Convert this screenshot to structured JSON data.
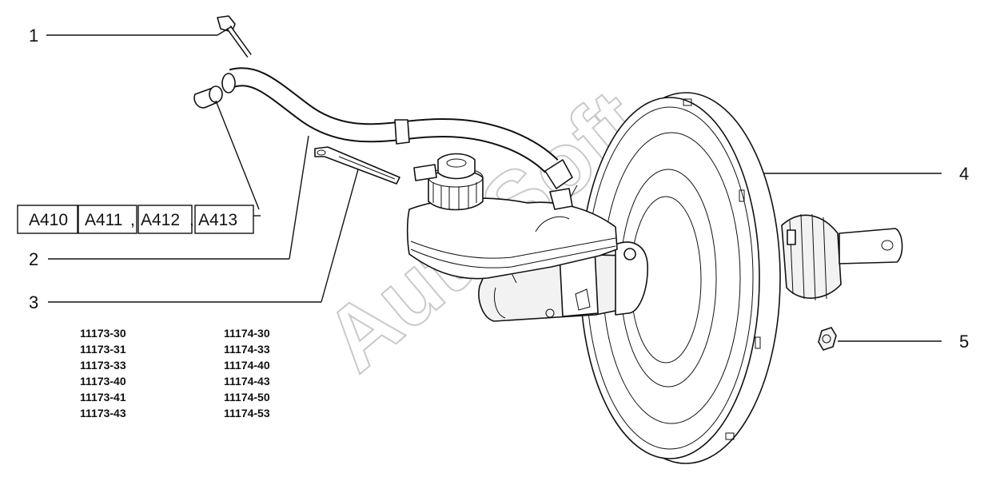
{
  "watermark": "AutoSoft",
  "callouts": [
    "1",
    "2",
    "3",
    "4",
    "5"
  ],
  "references": {
    "items": [
      "A410",
      "A411",
      "A412",
      "A413"
    ],
    "separators": [
      ",",
      ","
    ]
  },
  "model_codes": {
    "left": [
      "11173-30",
      "11173-31",
      "11173-33",
      "11173-40",
      "11173-41",
      "11173-43"
    ],
    "right": [
      "11174-30",
      "11174-33",
      "11174-40",
      "11174-43",
      "11174-50",
      "11174-53"
    ]
  }
}
